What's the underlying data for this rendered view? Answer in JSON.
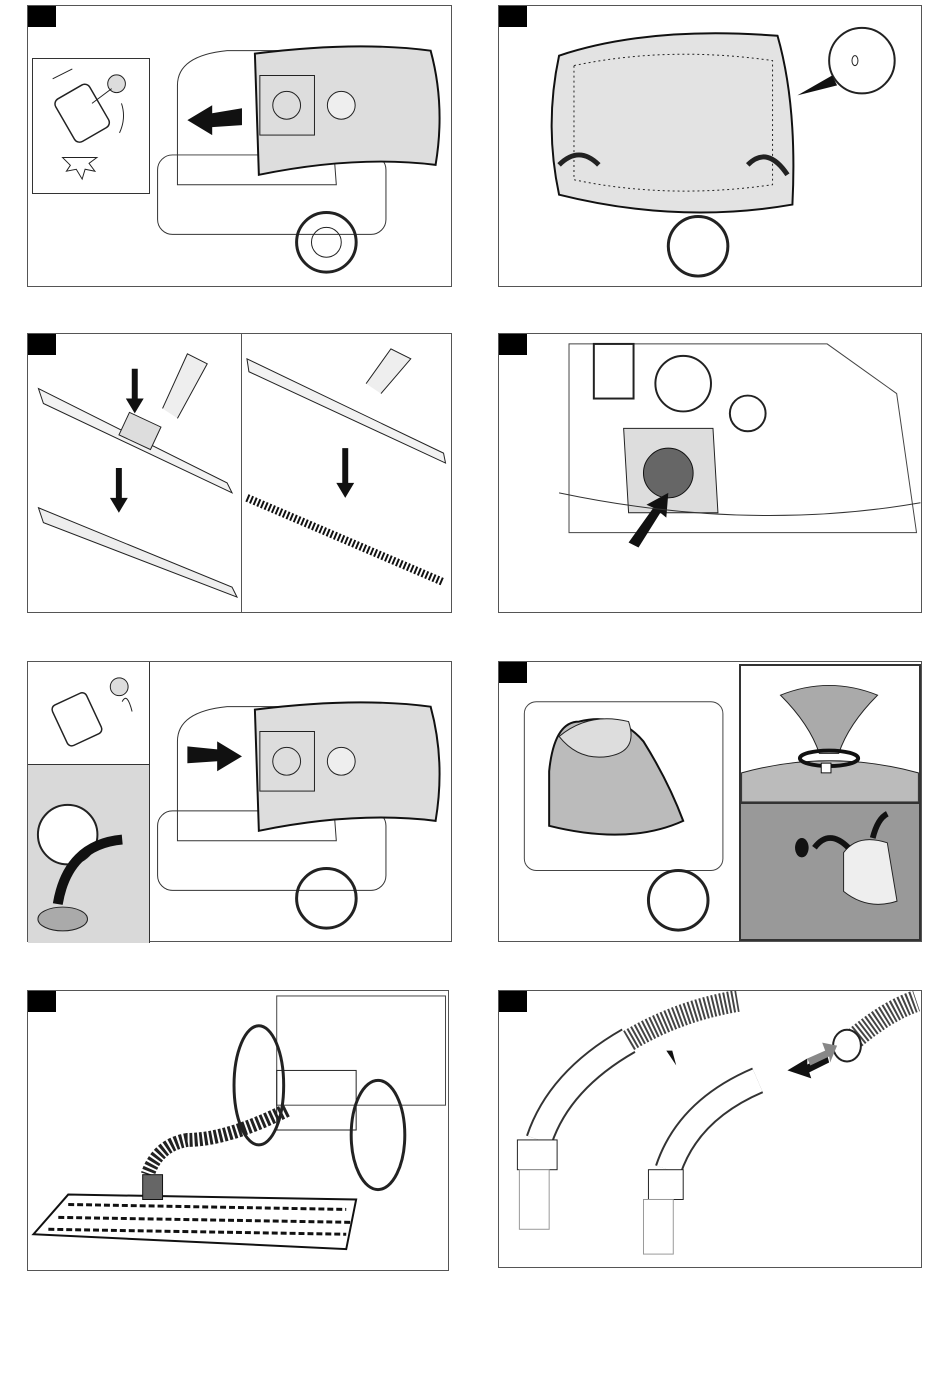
{
  "document": {
    "type": "instruction-illustrations",
    "panels": [
      {
        "step": "remove-filter-bag",
        "icon": "filter-bag-removal-illustration"
      },
      {
        "step": "fit-cloth-filter-bag",
        "icon": "cloth-bag-illustration"
      },
      {
        "step": "change-floor-nozzle-inserts",
        "icon": "floor-nozzle-illustration"
      },
      {
        "step": "turn-locking-knob",
        "icon": "knob-illustration"
      },
      {
        "step": "insert-filter-bag",
        "icon": "filter-bag-insert-illustration"
      },
      {
        "step": "seal-disposal-bag",
        "icon": "disposal-bag-illustration"
      },
      {
        "step": "vacuum-grate",
        "icon": "hose-grate-illustration"
      },
      {
        "step": "connect-hose-handle",
        "icon": "hose-handle-illustration"
      }
    ],
    "colors": {
      "line": "#222222",
      "fill_gray": "#d9d9d9",
      "dark_gray": "#8a8a8a",
      "arrow": "#111111"
    }
  }
}
